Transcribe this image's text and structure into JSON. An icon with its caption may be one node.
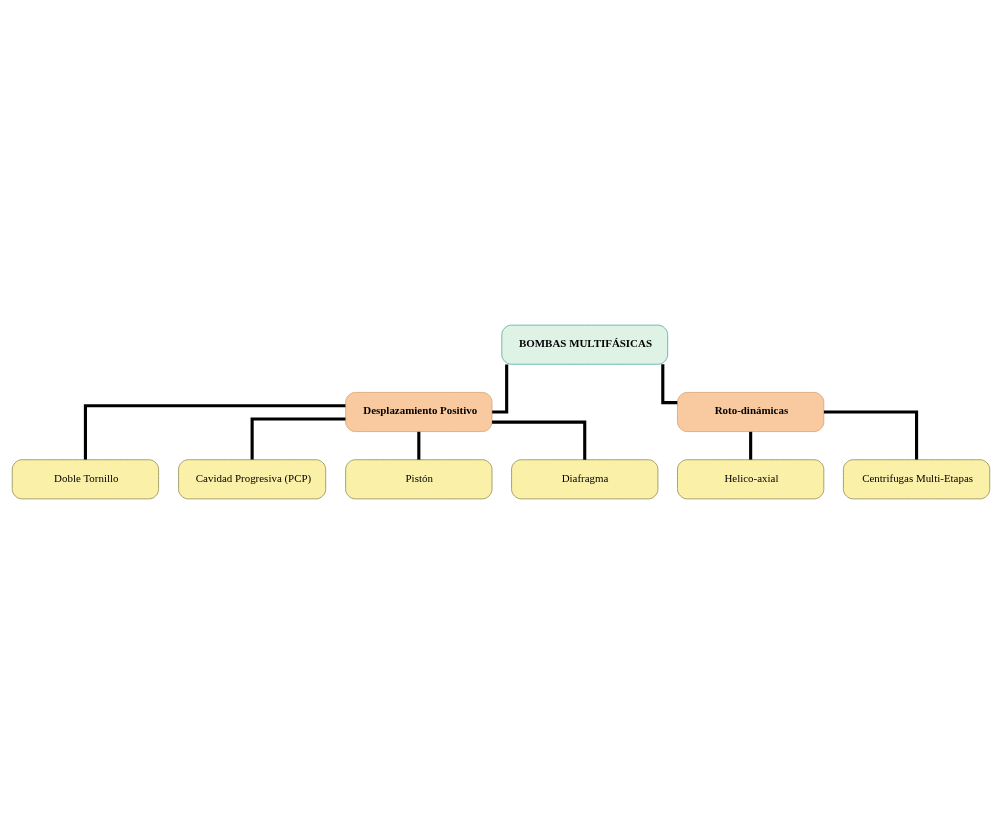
{
  "diagram": {
    "nodes": [
      {
        "text": [
          "BOMBAS MULTIFÁSICAS"
        ]
      },
      {
        "text": [
          "Desplazamiento Positivo"
        ]
      },
      {
        "text": [
          "Roto-dinámicas"
        ]
      },
      {
        "text": [
          "Doble Tornillo"
        ]
      },
      {
        "text": [
          "Cavidad Progresiva (PCP)"
        ]
      },
      {
        "text": [
          "Pistón"
        ]
      },
      {
        "text": [
          "Diafragma"
        ]
      },
      {
        "text": [
          "Helico-axial"
        ]
      },
      {
        "text": [
          "Centrifugas Multi-Etapas"
        ]
      }
    ],
    "edges": [
      {
        "from": 0,
        "to": 1,
        "arrow": "none"
      },
      {
        "from": 0,
        "to": 2,
        "arrow": "none"
      },
      {
        "from": 1,
        "to": 3,
        "arrow": "none"
      },
      {
        "from": 1,
        "to": 4,
        "arrow": "none"
      },
      {
        "from": 1,
        "to": 5,
        "arrow": "none"
      },
      {
        "from": 1,
        "to": 6,
        "arrow": "none"
      },
      {
        "from": 2,
        "to": 7,
        "arrow": "none"
      },
      {
        "from": 2,
        "to": 8,
        "arrow": "none"
      }
    ]
  }
}
